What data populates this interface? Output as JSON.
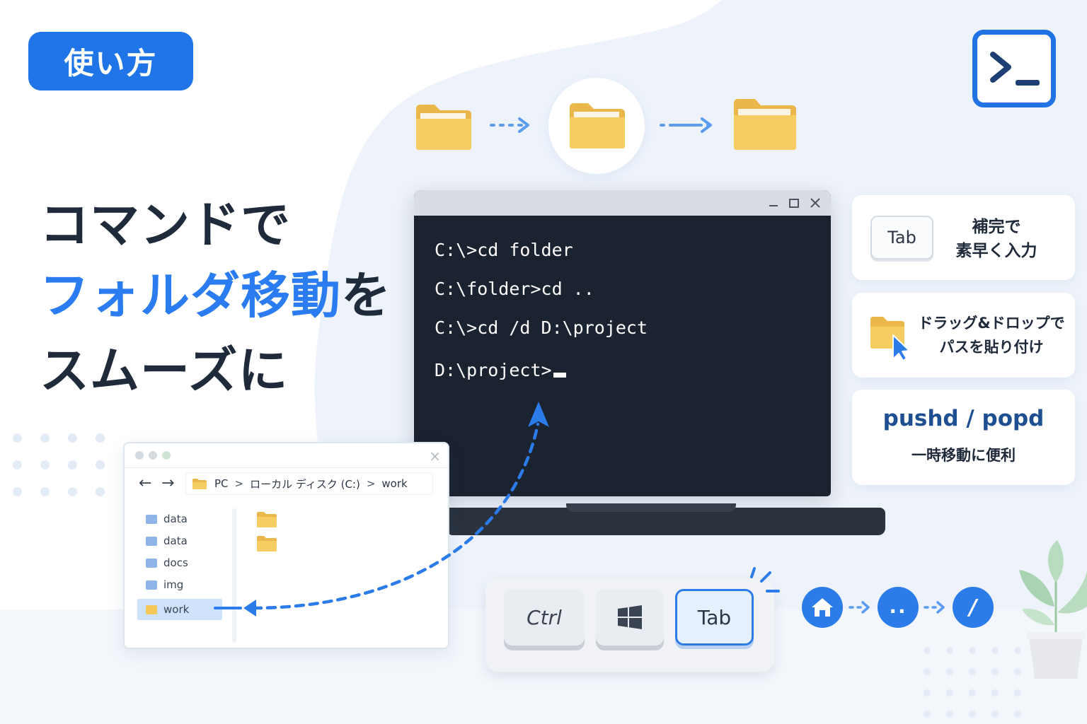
{
  "badge": {
    "label": "使い方"
  },
  "headline": {
    "line1": "コマンドで",
    "line2_highlight": "フォルダ移動",
    "line2_rest": "を",
    "line3": "スムーズに"
  },
  "terminal": {
    "lines": [
      "C:\\>cd folder",
      "C:\\folder>cd ..",
      "C:\\>cd /d D:\\project",
      "D:\\project>"
    ]
  },
  "features": {
    "tab": {
      "key_label": "Tab",
      "line1": "補完で",
      "line2": "素早く入力"
    },
    "dragdrop": {
      "line1": "ドラッグ&ドロップで",
      "line2": "パスを貼り付け"
    },
    "pushd": {
      "title": "pushd / popd",
      "subtitle": "一時移動に便利"
    }
  },
  "explorer": {
    "close_label": "×",
    "back_label": "←",
    "forward_label": "→",
    "breadcrumb": [
      "PC",
      "ローカル ディスク (C:)",
      "work"
    ],
    "breadcrumb_sep": ">",
    "sidebar": [
      "data",
      "data",
      "docs",
      "img",
      "work"
    ],
    "selected_index": 4
  },
  "keyboard": {
    "ctrl_label": "Ctrl",
    "tab_label": "Tab"
  },
  "nav": {
    "up_label": "..",
    "root_label": "/"
  },
  "colors": {
    "accent": "#2b7be9",
    "badge": "#1f74e8",
    "terminal_bg": "#1b2230",
    "folder": "#f4c85a"
  }
}
